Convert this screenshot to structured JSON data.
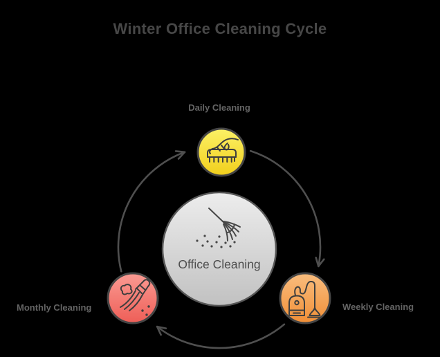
{
  "title": "Winter Office Cleaning Cycle",
  "diagram": {
    "type": "cycle",
    "direction": "clockwise",
    "center": {
      "label": "Office Cleaning",
      "icon": "whisk-broom-dust-icon",
      "fill_top": "#ededed",
      "fill_bottom": "#c1c1c1"
    },
    "nodes": [
      {
        "id": "daily",
        "label": "Daily Cleaning",
        "icon": "hand-scrub-brush-icon",
        "position": "top",
        "fill_top": "#fcf166",
        "fill_bottom": "#f1cf1c"
      },
      {
        "id": "weekly",
        "label": "Weekly Cleaning",
        "icon": "vacuum-cleaner-icon",
        "position": "bottom-right",
        "fill_top": "#f9bd7e",
        "fill_bottom": "#f18f37"
      },
      {
        "id": "monthly",
        "label": "Monthly Cleaning",
        "icon": "sweeping-brush-dust-icon",
        "position": "bottom-left",
        "fill_top": "#fa9b93",
        "fill_bottom": "#ee5e57"
      }
    ],
    "edges": [
      {
        "from": "daily",
        "to": "weekly"
      },
      {
        "from": "weekly",
        "to": "monthly"
      },
      {
        "from": "monthly",
        "to": "daily"
      }
    ],
    "colors": {
      "background": "#000000",
      "title_text": "#474747",
      "label_text": "#646464",
      "center_text": "#4d4d4d",
      "arrow": "#4f4f4f",
      "node_border": "#454545",
      "center_border": "#565656",
      "icon_stroke": "#3e3e3e"
    }
  }
}
